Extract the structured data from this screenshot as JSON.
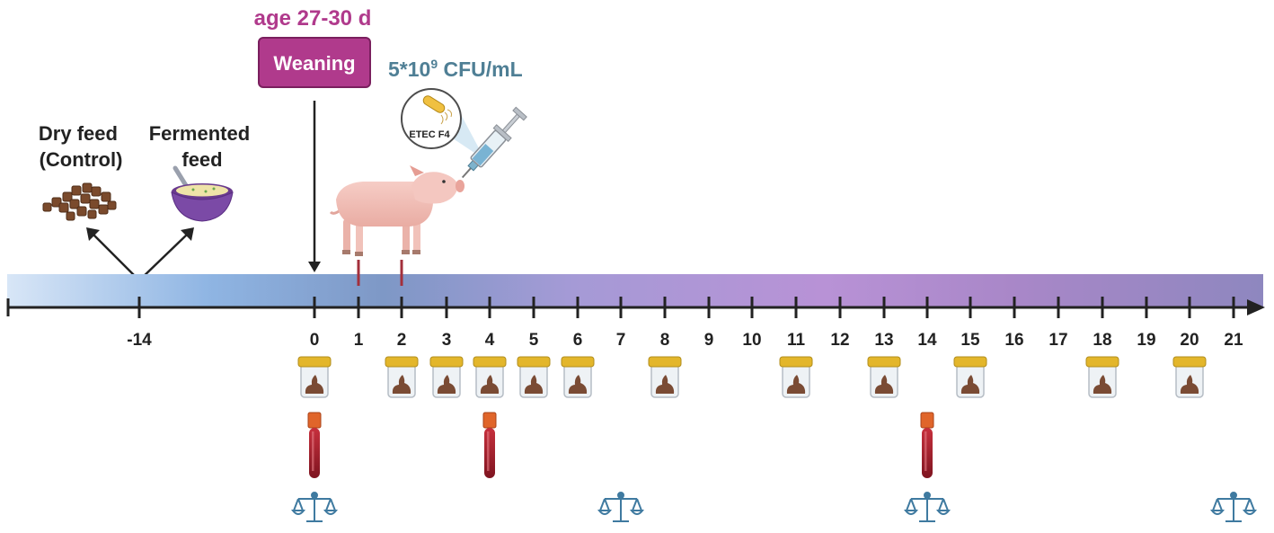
{
  "header": {
    "age_label": "age 27-30 d",
    "weaning_label": "Weaning",
    "dose_prefix": "5*10",
    "dose_exponent": "9",
    "dose_suffix": " CFU/mL",
    "bacteria_label": "ETEC F4"
  },
  "feeds": {
    "dry_line1": "Dry feed",
    "dry_line2": "(Control)",
    "fermented_line1": "Fermented",
    "fermented_line2": "feed"
  },
  "timeline": {
    "day_labels": [
      "-14",
      "0",
      "1",
      "2",
      "3",
      "4",
      "5",
      "6",
      "7",
      "8",
      "9",
      "10",
      "11",
      "12",
      "13",
      "14",
      "15",
      "16",
      "17",
      "18",
      "19",
      "20",
      "21"
    ],
    "infection_days": [
      "1",
      "2"
    ],
    "feces_days": [
      "0",
      "2",
      "3",
      "4",
      "5",
      "6",
      "8",
      "11",
      "13",
      "15",
      "18",
      "20"
    ],
    "blood_days": [
      "0",
      "4",
      "14"
    ],
    "weighing_days": [
      "0",
      "7",
      "14",
      "21"
    ]
  },
  "colors": {
    "magenta": "#b03a8c",
    "teal": "#4f7f95",
    "axis": "#222222",
    "infection_tick": "#a3303c",
    "blood_red": "#9a1826",
    "cap_orange": "#e0652a",
    "cap_yellow": "#e3b62b",
    "feces_brown": "#7a4b34",
    "scale_blue": "#3f7aa0"
  }
}
